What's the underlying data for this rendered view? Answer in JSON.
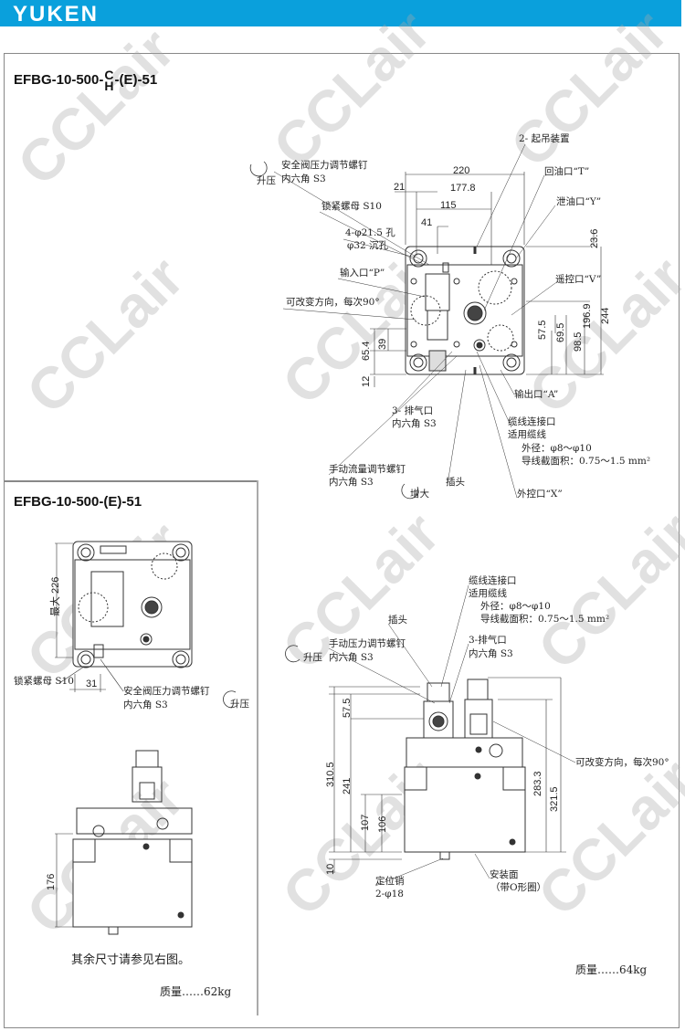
{
  "brand": "YUKEN",
  "watermark": "CCLair",
  "top_panel": {
    "title_prefix": "EFBG-10-500-",
    "title_c": "C",
    "title_h": "H",
    "title_suffix": "-(E)-51",
    "labels": {
      "lifting": "2- 起吊装置",
      "raise1": "升压",
      "relief_screw": "安全阀压力调节螺钉",
      "hex_s3_a": "内六角 S3",
      "return_port": "回油口“T”",
      "drain_port": "泄油口“Y”",
      "lock_nut": "锁紧螺母 S10",
      "holes": "4-φ21.5 孔",
      "counterbore": "φ32 沉孔",
      "inlet_port": "输入口“P”",
      "rotatable": "可改变方向，每次90°",
      "remote_port": "遥控口“V”",
      "outlet_port": "输出口“A”",
      "vent": "3- 排气口",
      "hex_s3_b": "内六角 S3",
      "cable_port": "缆线连接口",
      "cable_fit": "适用缆线",
      "cable_od": "外径：φ8～φ10",
      "cable_area": "导线截面积：0.75～1.5 mm²",
      "flow_screw": "手动流量调节螺钉",
      "hex_s3_c": "内六角 S3",
      "plug": "插头",
      "increase": "增大",
      "ext_port": "外控口“X”"
    },
    "dims": {
      "d220": "220",
      "d21": "21",
      "d177": "177.8",
      "d115": "115",
      "d41": "41",
      "d23": "23.6",
      "d244": "244",
      "d196": "196.9",
      "d98": "98.5",
      "d69": "69.5",
      "d57": "57.5",
      "d65": "65.4",
      "d39": "39",
      "d12": "12"
    }
  },
  "left_panel": {
    "title": "EFBG-10-500-(E)-51",
    "max226": "最大 226",
    "lock_nut": "锁紧螺母 S10",
    "d31": "31",
    "relief_screw": "安全阀压力调节螺钉",
    "hex_s3": "内六角 S3",
    "raise": "升压",
    "d176": "176",
    "note": "其余尺寸请参见右图。",
    "mass": "质量……62kg"
  },
  "right_bottom": {
    "cable_port": "缆线连接口",
    "cable_fit": "适用缆线",
    "cable_od": "外径：φ8～φ10",
    "cable_area": "导线截面积：0.75～1.5 mm²",
    "plug": "插头",
    "pressure_screw": "手动压力调节螺钉",
    "hex_s3_a": "内六角 S3",
    "raise": "升压",
    "vent": "3-排气口",
    "hex_s3_b": "内六角 S3",
    "rotatable": "可改变方向，每次90°",
    "dowel": "定位销",
    "dowel_size": "2-φ18",
    "mount": "安装面",
    "oring": "（带O形圈）",
    "mass": "质量……64kg",
    "dims": {
      "d310": "310.5",
      "d241": "241",
      "d57": "57.5",
      "d107": "107",
      "d106": "106",
      "d10": "10",
      "d283": "283.3",
      "d321": "321.5"
    }
  }
}
